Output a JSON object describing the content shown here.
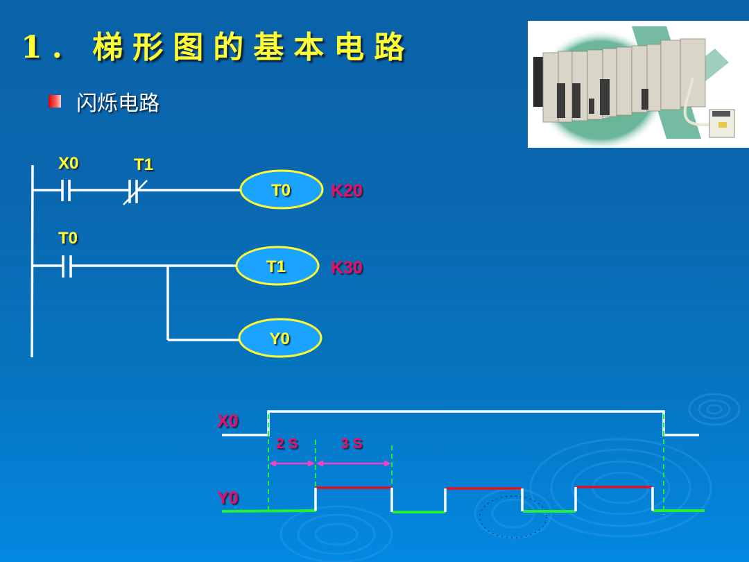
{
  "slide": {
    "title": "1. 梯形图的基本电路",
    "bullet": "闪烁电路",
    "photo_alt": "PLC-modules-photo"
  },
  "colors": {
    "background_top": "#0a62a8",
    "background_bottom": "#0388e2",
    "title": "#ffff33",
    "contact_label": "#ffff33",
    "coil_fill": "#1aa3ff",
    "coil_border": "#ffff33",
    "constant_label": "#e8106a",
    "wire": "#ffffff",
    "timing_low": "#22ee33",
    "timing_high": "#dd1122",
    "dim_arrow": "#ee44cc",
    "dash_line": "#22ee33"
  },
  "ladder": {
    "rungs": [
      {
        "contacts": [
          {
            "label": "X0",
            "type": "normally-open"
          },
          {
            "label": "T1",
            "type": "normally-closed"
          }
        ],
        "coil": {
          "label": "T0",
          "constant": "K20"
        }
      },
      {
        "contacts": [
          {
            "label": "T0",
            "type": "normally-open"
          }
        ],
        "coil": {
          "label": "T1",
          "constant": "K30"
        }
      },
      {
        "contacts": [],
        "coil": {
          "label": "Y0",
          "constant": ""
        }
      }
    ]
  },
  "timing": {
    "signals": [
      {
        "name": "X0",
        "sequence": [
          "low",
          "high",
          "low"
        ]
      },
      {
        "name": "Y0",
        "sequence": [
          "low",
          "high",
          "low",
          "high",
          "low",
          "high",
          "low"
        ]
      }
    ],
    "intervals": [
      {
        "label": "2 S",
        "description": "Y0 off period (T0 = K20)"
      },
      {
        "label": "3 S",
        "description": "Y0 on period (T1 = K30)"
      }
    ]
  }
}
